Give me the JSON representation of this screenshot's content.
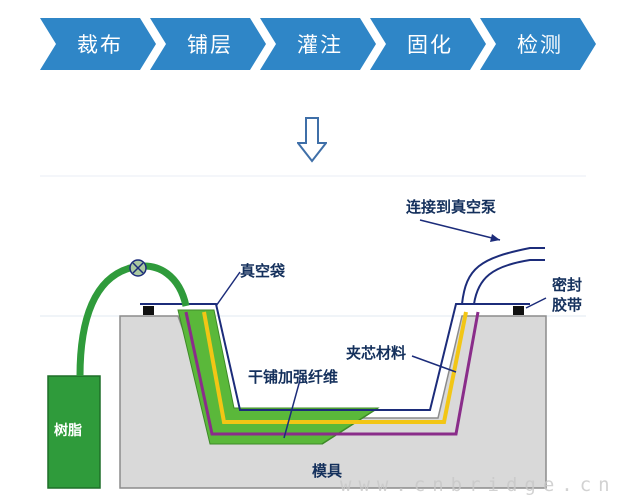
{
  "process_steps": [
    "裁布",
    "铺层",
    "灌注",
    "固化",
    "检测"
  ],
  "labels": {
    "vacuum_bag": "真空袋",
    "vacuum_pump": "连接到真空泵",
    "sealant_tape_line1": "密封",
    "sealant_tape_line2": "胶带",
    "core_material": "夹芯材料",
    "dry_reinforcement": "干铺加强纤维",
    "resin": "树脂",
    "mold": "模具"
  },
  "watermark": "www.cnbridge.cn",
  "colors": {
    "step_blue": "#2f86c7",
    "resin_green": "#2f9b3b",
    "fiber_green": "#5ab83a",
    "core_yellow": "#f2c615",
    "purple_layer": "#8a2d8a",
    "mold_gray": "#d9d9d9",
    "bag_navy": "#1c2c7a",
    "label_navy": "#14305c"
  }
}
